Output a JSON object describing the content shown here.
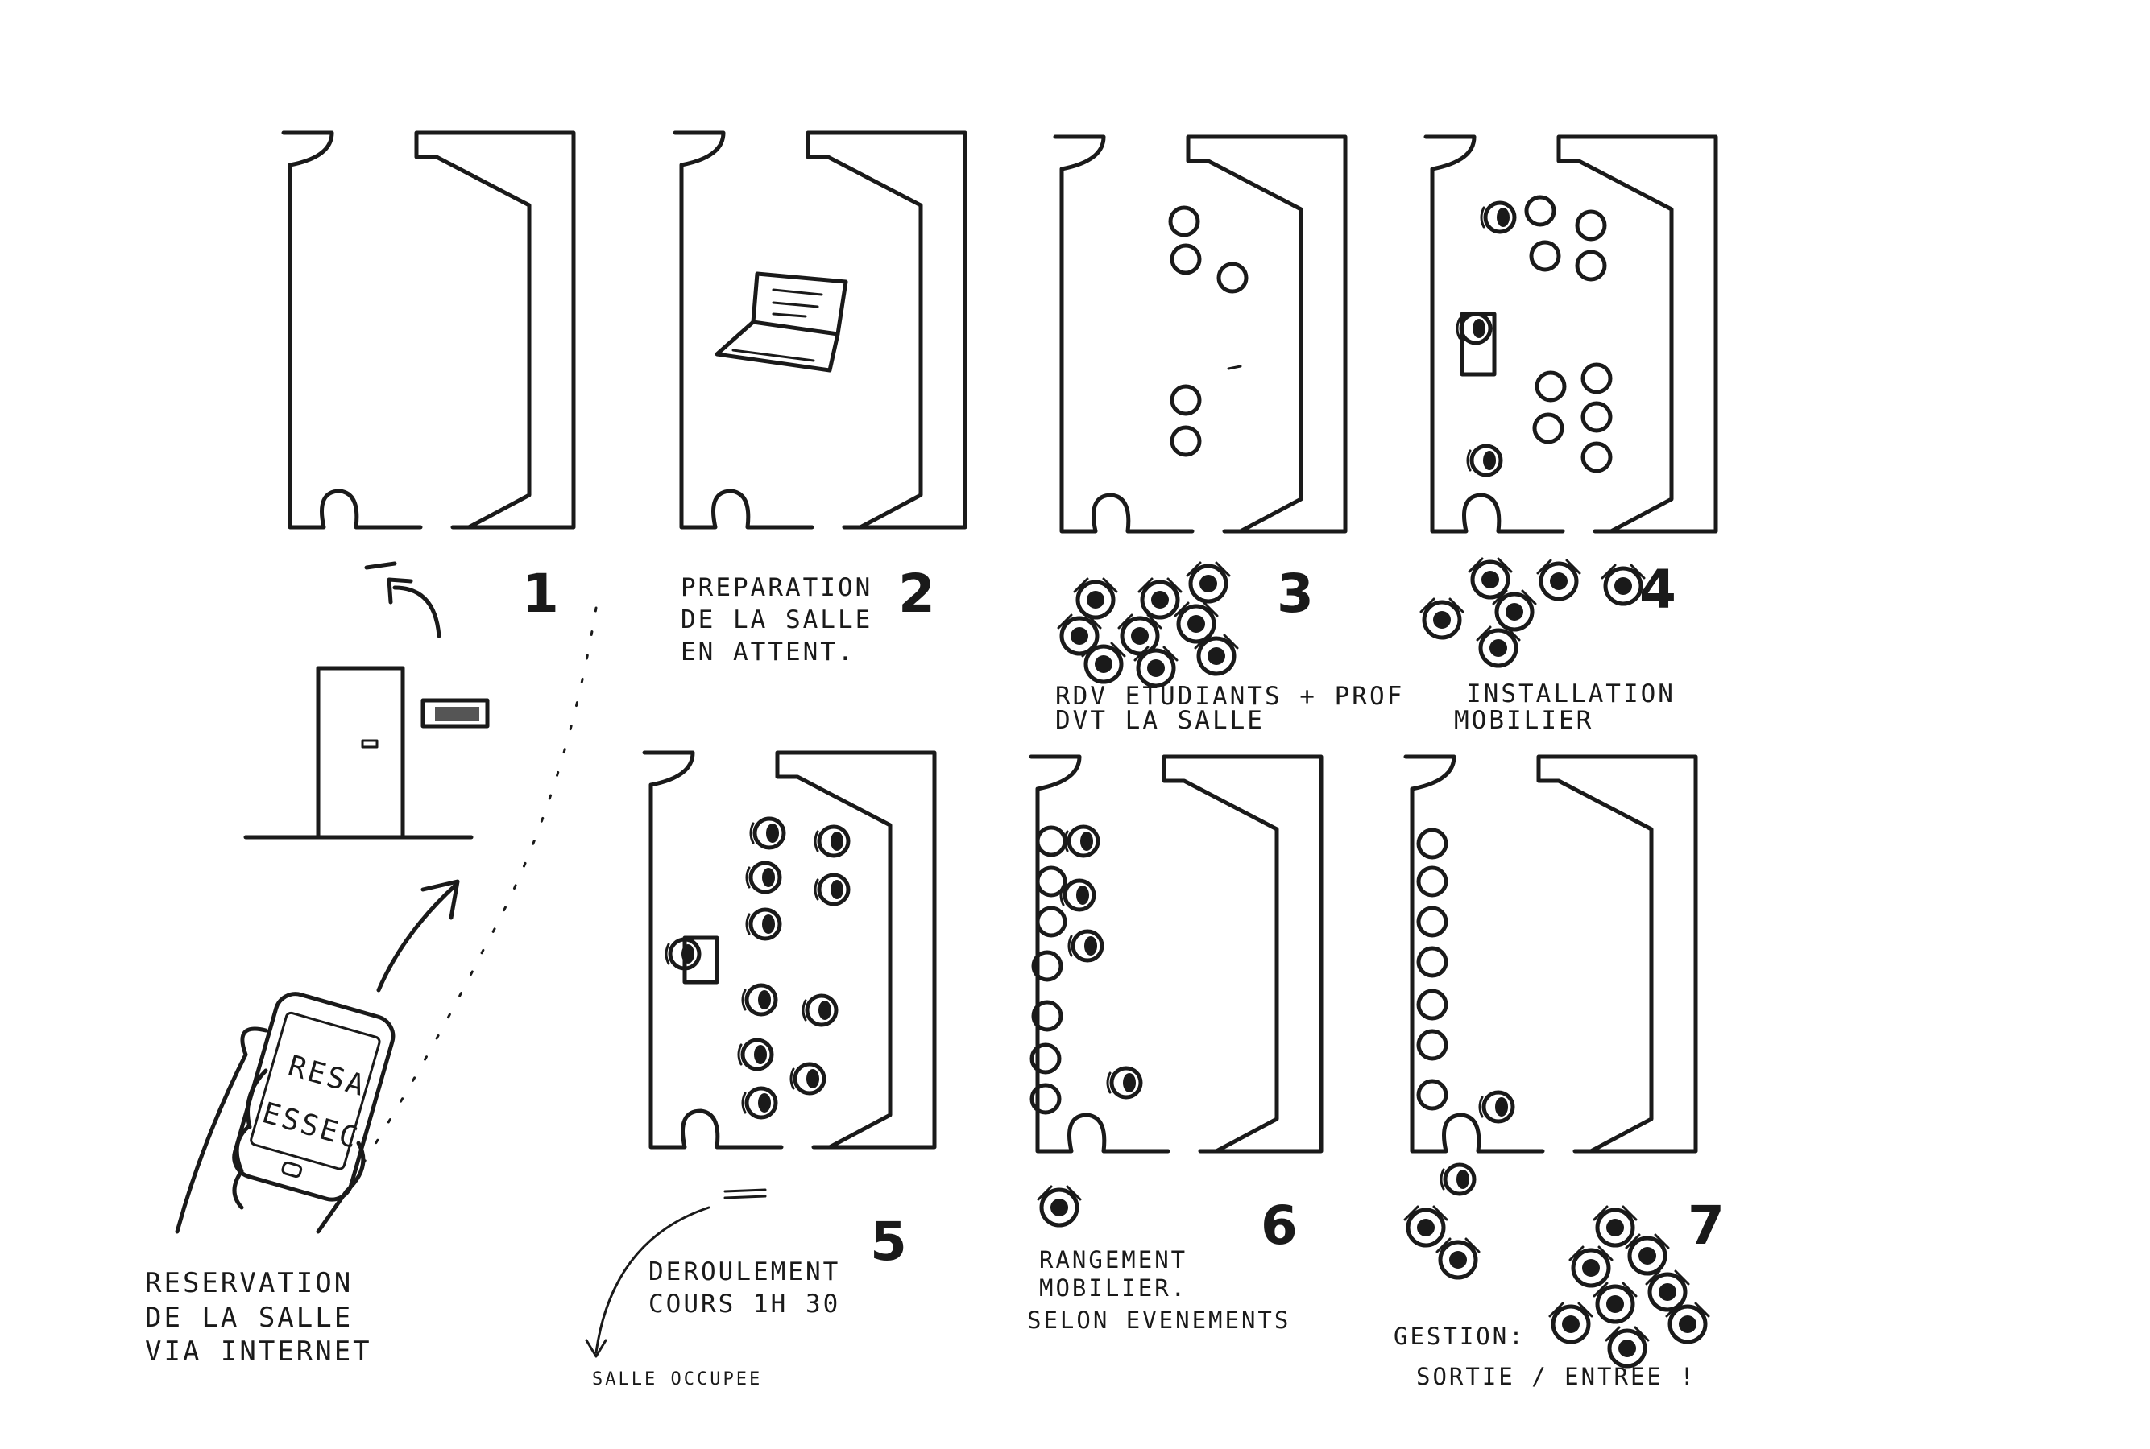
{
  "panels": [
    {
      "number": "1",
      "caption": [
        "RESERVATION",
        "DE LA SALLE",
        "VIA INTERNET"
      ]
    },
    {
      "number": "2",
      "caption": [
        "PREPARATION",
        "DE LA SALLE",
        "EN ATTENT."
      ]
    },
    {
      "number": "3",
      "caption": [
        "RDV ETUDIANTS + PROF",
        "DVT LA SALLE"
      ]
    },
    {
      "number": "4",
      "caption": [
        "INSTALLATION",
        "MOBILIER"
      ]
    },
    {
      "number": "5",
      "caption": [
        "DEROULEMENT",
        "COURS 1H 30"
      ],
      "note": "SALLE OCCUPEE"
    },
    {
      "number": "6",
      "caption": [
        "RANGEMENT",
        "MOBILIER.",
        "SELON EVENEMENTS"
      ]
    },
    {
      "number": "7",
      "caption": [
        "GESTION:",
        "SORTIE / ENTREE !"
      ]
    }
  ],
  "phone": {
    "screen_line1": "RESA",
    "screen_line2": "ESSEC"
  }
}
